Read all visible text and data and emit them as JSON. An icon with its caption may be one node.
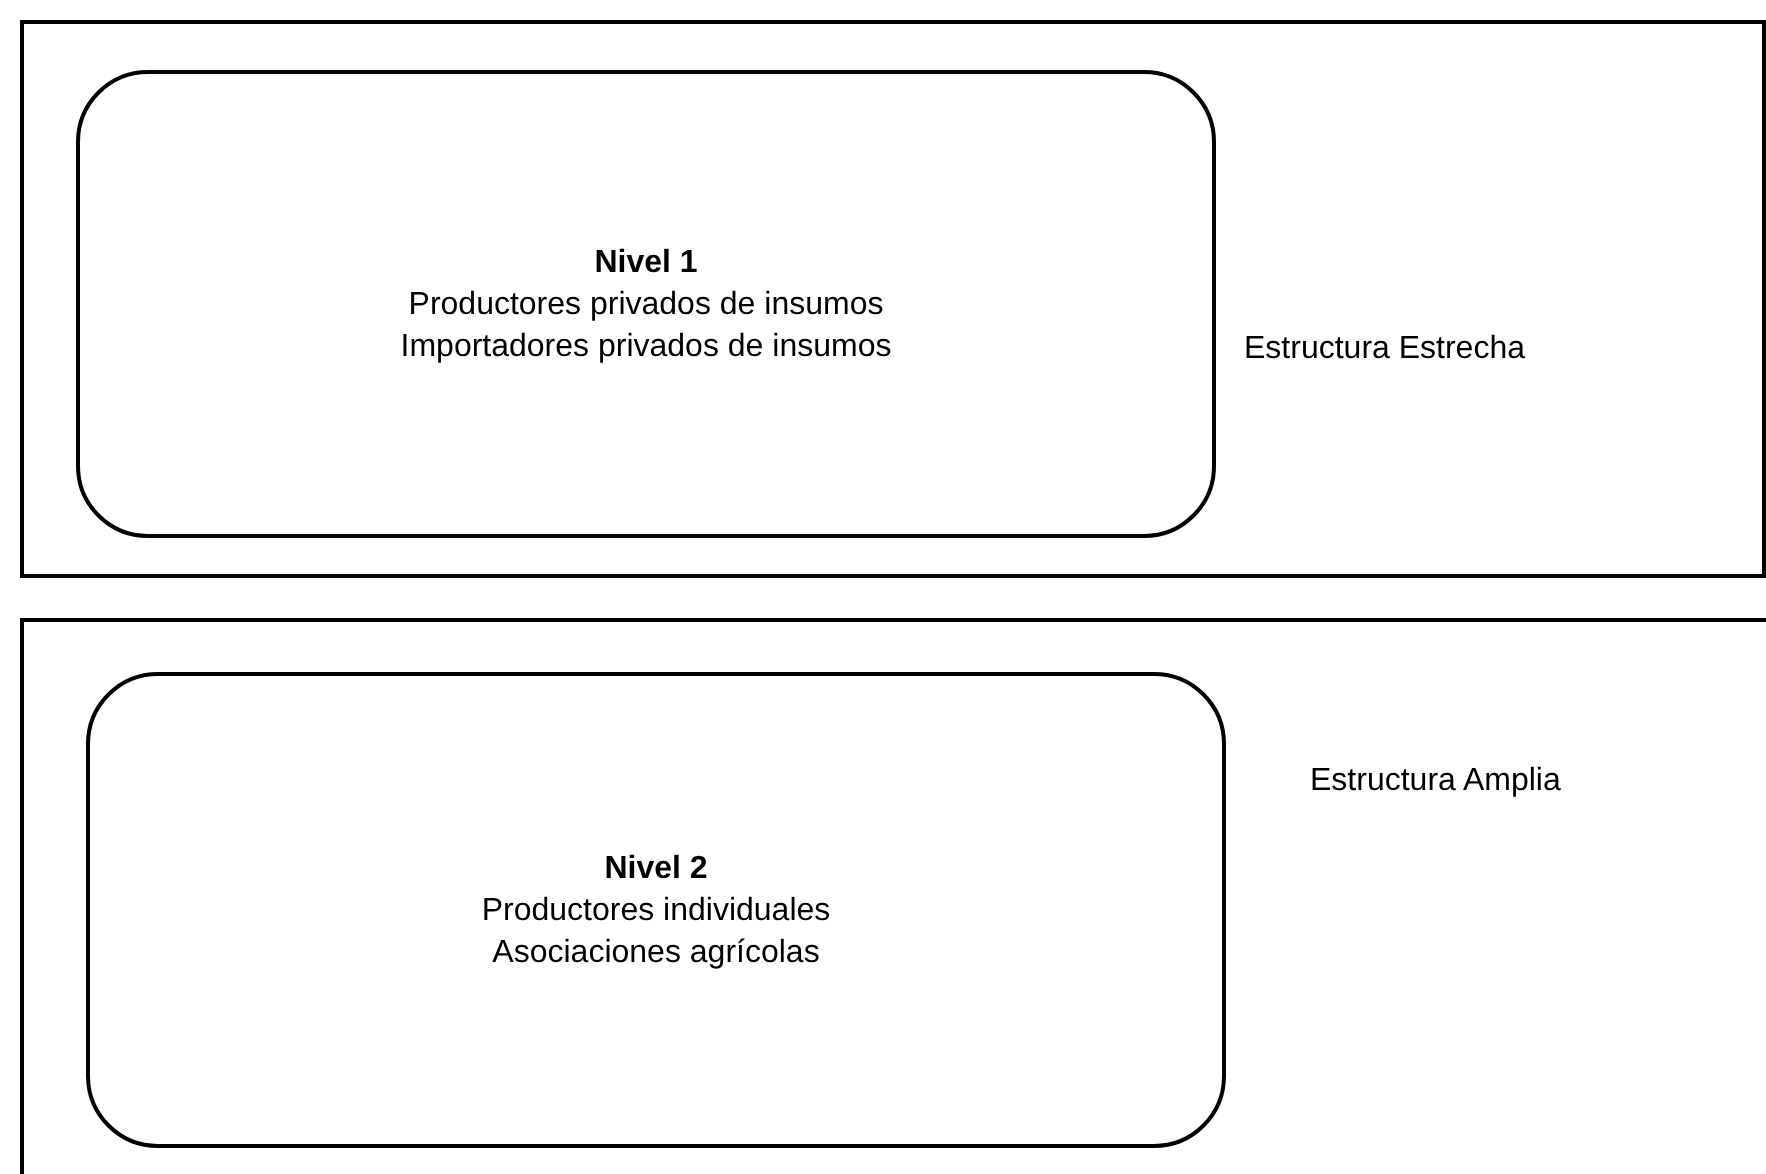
{
  "diagram": {
    "nodes": [
      {
        "text": [
          "Estructura Estrecha"
        ]
      },
      {
        "text": [
          "Nivel 1",
          "Productores privados de insumos",
          "Importadores privados de insumos"
        ],
        "in": 0
      },
      {
        "text": [
          "Estructura Amplia"
        ]
      },
      {
        "text": [
          "Nivel 2",
          "Productores individuales",
          "Asociaciones agrícolas"
        ],
        "in": 2
      }
    ]
  }
}
